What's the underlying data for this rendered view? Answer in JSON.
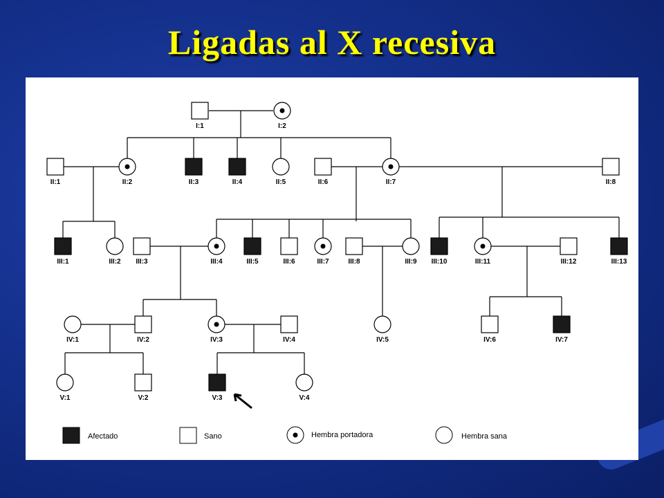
{
  "slide": {
    "title": "Ligadas al X recesiva"
  },
  "colors": {
    "background": "#14308c",
    "title": "#ffff00",
    "panel": "#ffffff",
    "affected": "#1a1a1a",
    "line": "#000000"
  },
  "pedigree": {
    "individuals": [
      {
        "id": "I:1",
        "sex": "male",
        "status": "healthy"
      },
      {
        "id": "I:2",
        "sex": "female",
        "status": "carrier"
      },
      {
        "id": "II:1",
        "sex": "male",
        "status": "healthy"
      },
      {
        "id": "II:2",
        "sex": "female",
        "status": "carrier"
      },
      {
        "id": "II:3",
        "sex": "male",
        "status": "affected"
      },
      {
        "id": "II:4",
        "sex": "male",
        "status": "affected"
      },
      {
        "id": "II:5",
        "sex": "female",
        "status": "healthy"
      },
      {
        "id": "II:6",
        "sex": "male",
        "status": "healthy"
      },
      {
        "id": "II:7",
        "sex": "female",
        "status": "carrier"
      },
      {
        "id": "II:8",
        "sex": "male",
        "status": "healthy"
      },
      {
        "id": "III:1",
        "sex": "male",
        "status": "affected"
      },
      {
        "id": "III:2",
        "sex": "female",
        "status": "healthy"
      },
      {
        "id": "III:3",
        "sex": "male",
        "status": "healthy"
      },
      {
        "id": "III:4",
        "sex": "female",
        "status": "carrier"
      },
      {
        "id": "III:5",
        "sex": "male",
        "status": "affected"
      },
      {
        "id": "III:6",
        "sex": "male",
        "status": "healthy"
      },
      {
        "id": "III:7",
        "sex": "female",
        "status": "carrier"
      },
      {
        "id": "III:8",
        "sex": "male",
        "status": "healthy"
      },
      {
        "id": "III:9",
        "sex": "female",
        "status": "healthy"
      },
      {
        "id": "III:10",
        "sex": "male",
        "status": "affected"
      },
      {
        "id": "III:11",
        "sex": "female",
        "status": "carrier"
      },
      {
        "id": "III:12",
        "sex": "male",
        "status": "healthy"
      },
      {
        "id": "III:13",
        "sex": "male",
        "status": "affected"
      },
      {
        "id": "IV:1",
        "sex": "female",
        "status": "healthy"
      },
      {
        "id": "IV:2",
        "sex": "male",
        "status": "healthy"
      },
      {
        "id": "IV:3",
        "sex": "female",
        "status": "carrier"
      },
      {
        "id": "IV:4",
        "sex": "male",
        "status": "healthy"
      },
      {
        "id": "IV:5",
        "sex": "female",
        "status": "healthy"
      },
      {
        "id": "IV:6",
        "sex": "male",
        "status": "healthy"
      },
      {
        "id": "IV:7",
        "sex": "male",
        "status": "affected"
      },
      {
        "id": "V:1",
        "sex": "female",
        "status": "healthy"
      },
      {
        "id": "V:2",
        "sex": "male",
        "status": "healthy"
      },
      {
        "id": "V:3",
        "sex": "male",
        "status": "affected",
        "proband": true
      },
      {
        "id": "V:4",
        "sex": "female",
        "status": "healthy"
      }
    ]
  },
  "legend": {
    "affected": "Afectado",
    "healthy": "Sano",
    "carrier_female": "Hembra portadora",
    "healthy_female": "Hembra sana"
  }
}
